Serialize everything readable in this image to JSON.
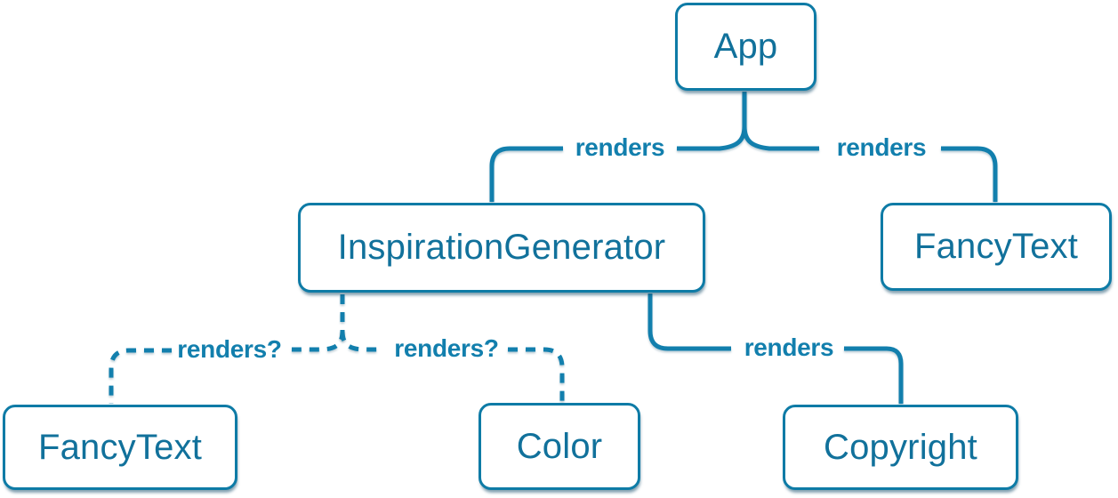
{
  "diagram": {
    "kind": "render-tree",
    "nodes": {
      "app": {
        "label": "App"
      },
      "inspiration_generator": {
        "label": "InspirationGenerator"
      },
      "fancy_text_top": {
        "label": "FancyText"
      },
      "fancy_text_bottom": {
        "label": "FancyText"
      },
      "color": {
        "label": "Color"
      },
      "copyright": {
        "label": "Copyright"
      }
    },
    "edges": {
      "app_to_inspiration_generator": {
        "from": "App",
        "to": "InspirationGenerator",
        "label": "renders",
        "style": "solid"
      },
      "app_to_fancy_text": {
        "from": "App",
        "to": "FancyText",
        "label": "renders",
        "style": "solid"
      },
      "inspiration_generator_to_fancy_text": {
        "from": "InspirationGenerator",
        "to": "FancyText",
        "label": "renders?",
        "style": "dashed"
      },
      "inspiration_generator_to_color": {
        "from": "InspirationGenerator",
        "to": "Color",
        "label": "renders?",
        "style": "dashed"
      },
      "inspiration_generator_to_copyright": {
        "from": "InspirationGenerator",
        "to": "Copyright",
        "label": "renders",
        "style": "solid"
      }
    },
    "colors": {
      "line": "#127FAD",
      "node_border": "#0E7BA6",
      "node_text": "#11719B",
      "node_background": "#FFFFFF",
      "label_text": "#127FAD"
    }
  }
}
